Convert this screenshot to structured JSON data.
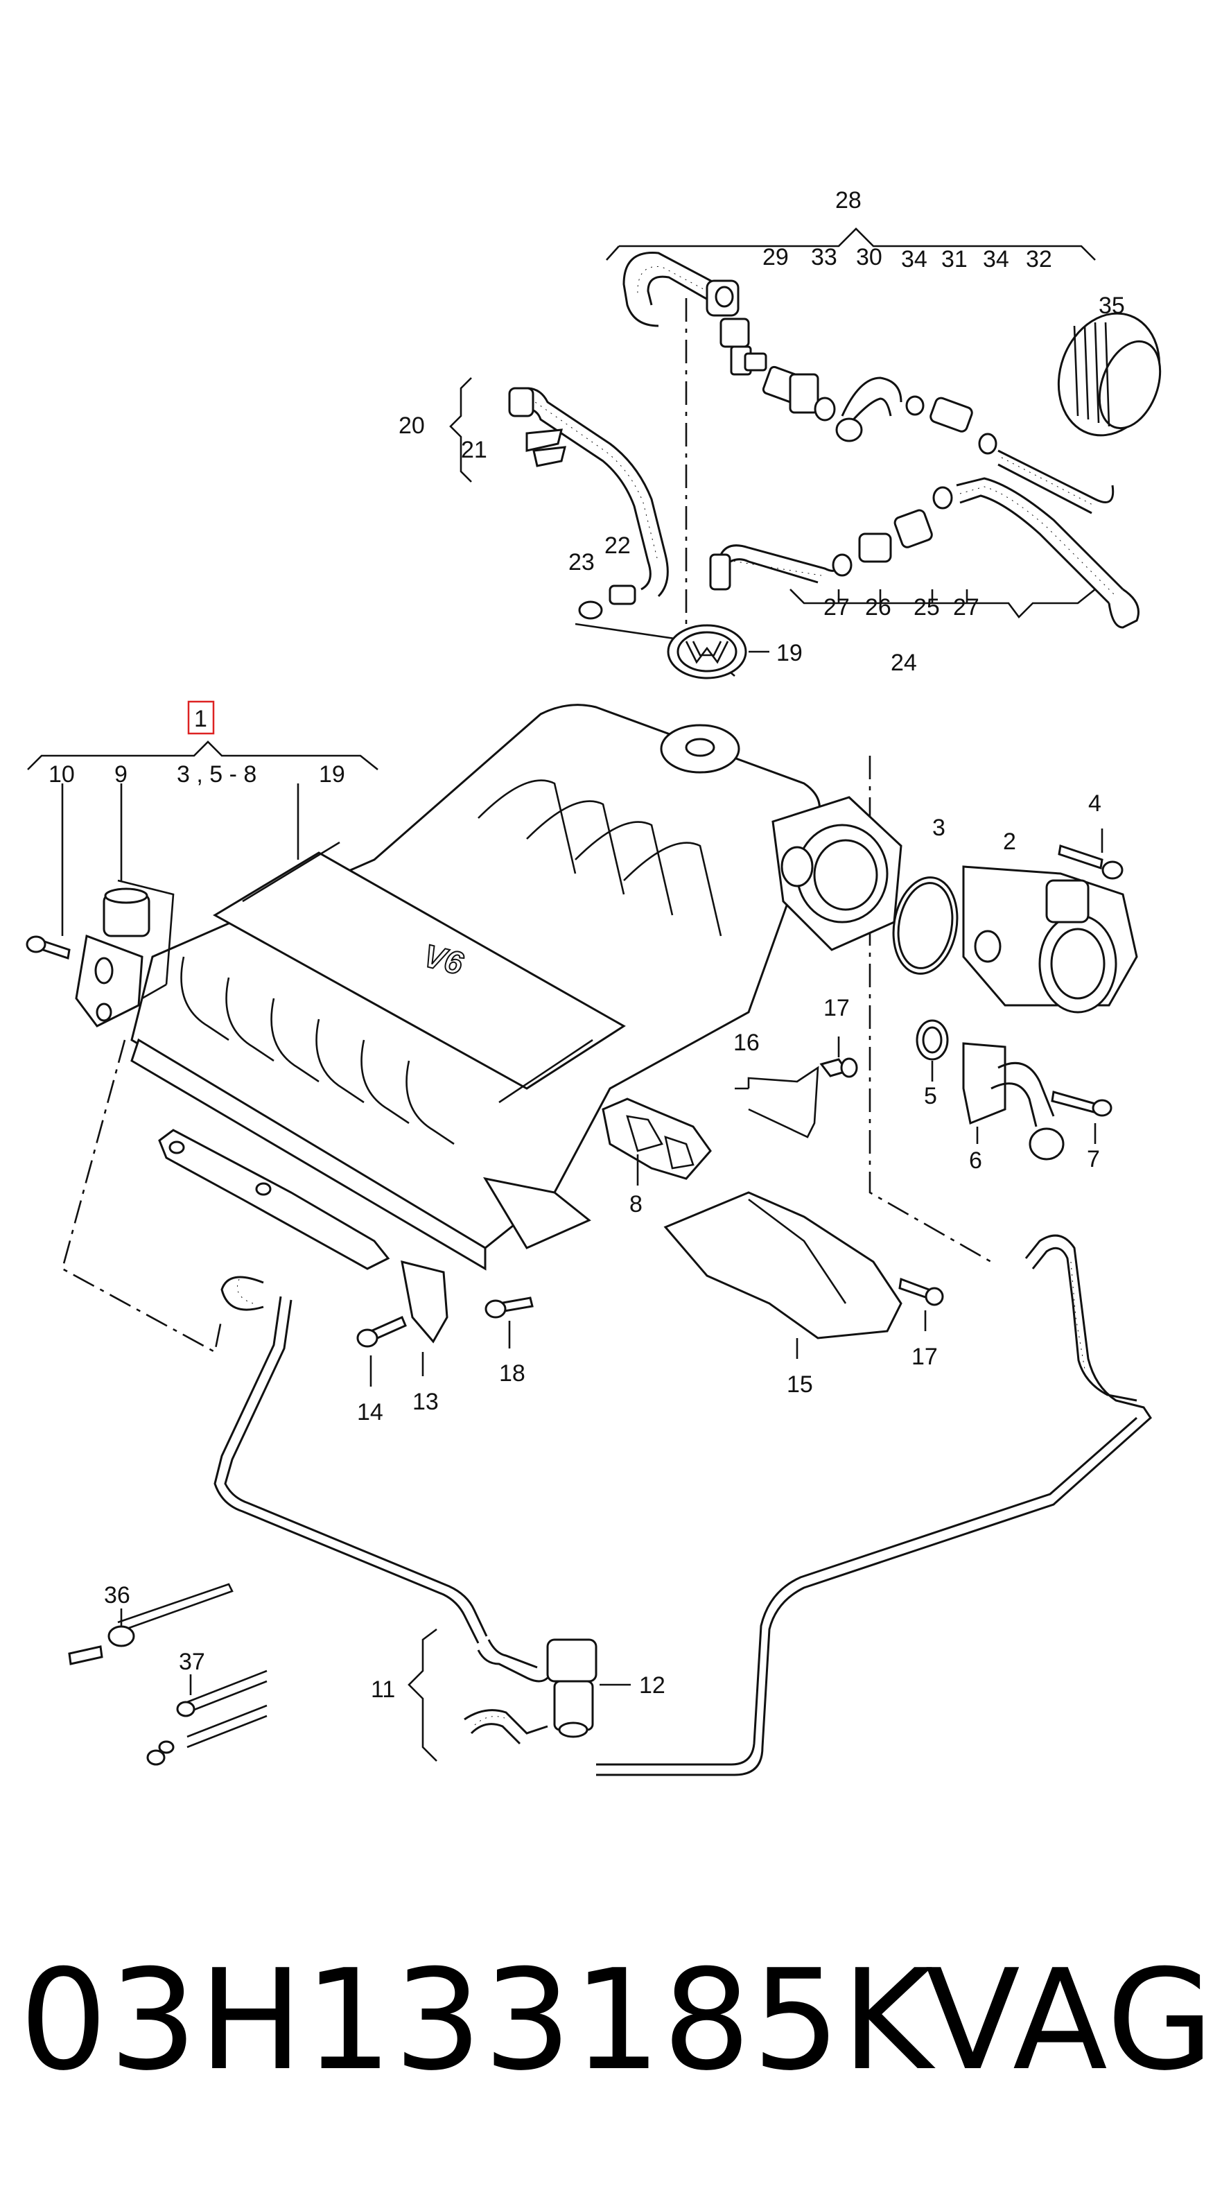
{
  "callouts": {
    "c1": "1",
    "c2": "2",
    "c3": "3",
    "c4": "4",
    "c5": "5",
    "c6": "6",
    "c7": "7",
    "c8": "8",
    "c9": "9",
    "c10": "10",
    "c11": "11",
    "c12": "12",
    "c13": "13",
    "c14": "14",
    "c15": "15",
    "c16": "16",
    "c17a": "17",
    "c17b": "17",
    "c18": "18",
    "c19a": "19",
    "c19b": "19",
    "c20": "20",
    "c21": "21",
    "c22": "22",
    "c23": "23",
    "c24": "24",
    "c25": "25",
    "c26": "26",
    "c27a": "27",
    "c27b": "27",
    "c28": "28",
    "c29": "29",
    "c30": "30",
    "c31": "31",
    "c32": "32",
    "c33": "33",
    "c34a": "34",
    "c34b": "34",
    "c35": "35",
    "c36": "36",
    "c37": "37",
    "c3_5_8": "3 , 5 - 8"
  },
  "engine_badge": "V6",
  "footer": {
    "part_number": "03H133185K",
    "brand": "VAG"
  }
}
